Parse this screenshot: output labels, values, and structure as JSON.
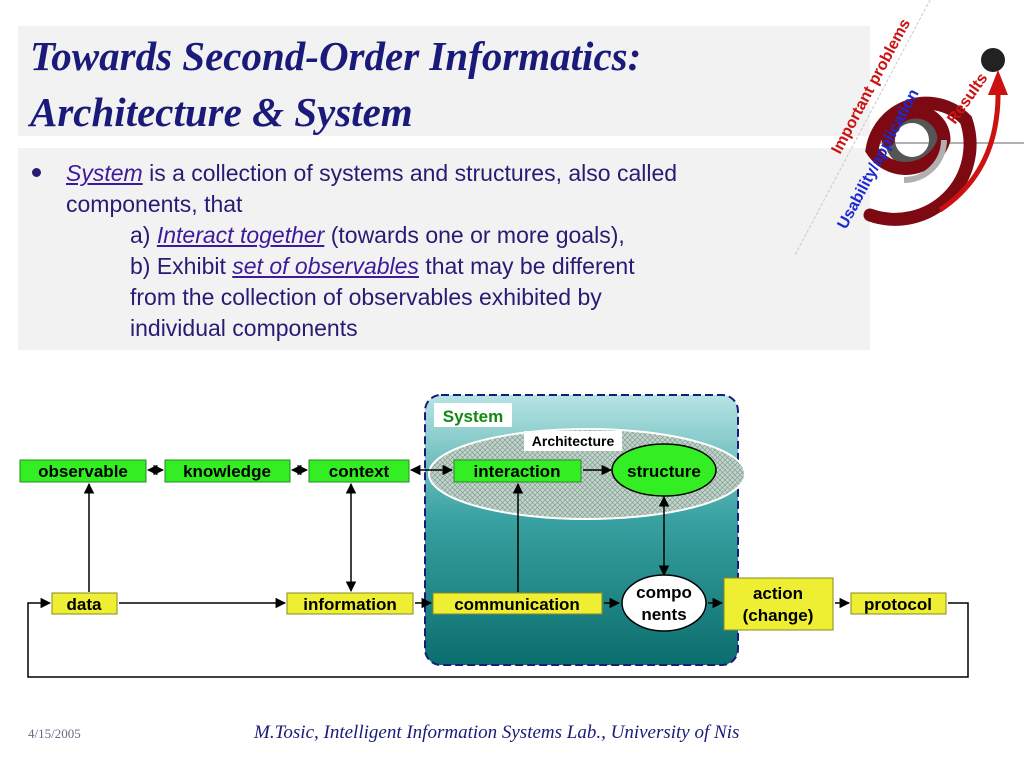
{
  "slide": {
    "title_line1": "Towards Second-Order Informatics:",
    "title_line2": "Architecture & System",
    "body": {
      "term_system": "System",
      "line1_rest": " is a collection of systems and structures, also called",
      "line2": "components, that",
      "a_prefix": "a) ",
      "a_term": "Interact together",
      "a_rest": " (towards one or more goals),",
      "b_prefix": "b) Exhibit ",
      "b_term": "set of observables",
      "b_rest": " that may be different",
      "b_line2": "from the collection of observables exhibited by",
      "b_line3": "individual components"
    },
    "logo": {
      "label_important": "Important problems",
      "label_usability": "Usability/application",
      "label_results": "Results"
    },
    "footer": {
      "date": "4/15/2005",
      "credit": "M.Tosic, Intelligent Information Systems Lab., University of Nis"
    }
  },
  "diagram": {
    "system_label": "System",
    "architecture_label": "Architecture",
    "nodes": {
      "observable": "observable",
      "knowledge": "knowledge",
      "context": "context",
      "interaction": "interaction",
      "structure": "structure",
      "data": "data",
      "information": "information",
      "communication": "communication",
      "components_line1": "compo",
      "components_line2": "nents",
      "action_line1": "action",
      "action_line2": "(change)",
      "protocol": "protocol"
    },
    "colors": {
      "green": "#33ee22",
      "yellow": "#eeee33",
      "teal": "#0f7f7f",
      "navy": "#1a1a7a"
    }
  }
}
